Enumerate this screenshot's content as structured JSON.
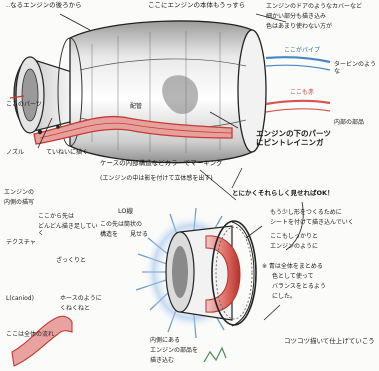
{
  "colors": {
    "ink": "#1a1a1a",
    "red_accent": "#d9534f",
    "red_fill": "#e8a2a0",
    "blue_accent": "#4a86c7",
    "grey_shade": "#b9b9b9"
  },
  "notes": {
    "top_left_corner": "..なるエンジンの後ろから",
    "top_center": "ここにエンジンの本体もうっすら",
    "top_right_1": "エンジンのドアのようなカバーなど",
    "top_right_2": "細かい部分も描き込み",
    "top_right_3": "色はあまり使わない方が",
    "right_blue_tag": "ここがパイプ",
    "right_red_tag": "ここも赤",
    "right_small_1": "タービンのような",
    "right_small_2": "内部の部品",
    "mid_label": "エンジンの下のパーツにピントレイニンガ",
    "mid_note_center": "ケースの内部構造などカラーでマーキング",
    "mid_note_center_2": "(エンジンの中は影を付けて立体感を出す)",
    "pipe_label": "配管",
    "left_small_1": "ここのパーツ",
    "left_small_2": "ノズル",
    "left_small_3": "ていねいに描く",
    "left_col_1": "エンジンの",
    "left_col_2": "内側の描写",
    "left_col_3": "ここから先は",
    "left_col_4": "どんどん描き足していく",
    "left_col_5": "テクスチャ",
    "left_col_6": "ざっくりと",
    "mid_lower_1": "LO線",
    "mid_lower_2": "この先は筒状の",
    "mid_lower_3": "構造を",
    "mid_lower_4": "見せる",
    "center_note_1": "とにかくそれらしく見せればOK！",
    "right_mid_1": "もう少し形をつくるために",
    "right_mid_2": "シートを付けて描き込んでいく",
    "right_mid_3": "ここもしっかりと",
    "right_mid_4": "エンジンのように",
    "right_lower_1": "※ 青は全体をまとめる",
    "right_lower_2": "色として使って",
    "right_lower_3": "バランスをとるよう",
    "right_lower_4": "にした。",
    "bottom_right": "コツコツ描いて仕上げていこう",
    "bottom_left_1": "L(caniod)",
    "bottom_left_2": "ホースのように",
    "bottom_left_3": "くねくねと",
    "bottom_left_4": "ここは全体の流れ",
    "bottom_center_1": "内側にある",
    "bottom_center_2": "エンジンの部品を",
    "bottom_center_3": "描き込む"
  }
}
